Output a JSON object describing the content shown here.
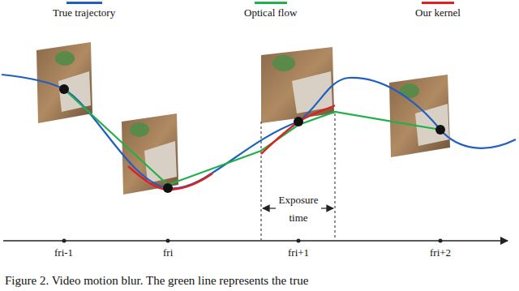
{
  "diagram": {
    "caption": "Figure 2. Video motion blur. The green line represents the true",
    "labels": [
      "Exposure time",
      "fri-1",
      "fri",
      "fri+1",
      "fri+2"
    ],
    "legend": [
      {
        "text": "True trajectory"
      },
      {
        "text": "Optical flow"
      },
      {
        "text": "Our kernel"
      }
    ]
  }
}
